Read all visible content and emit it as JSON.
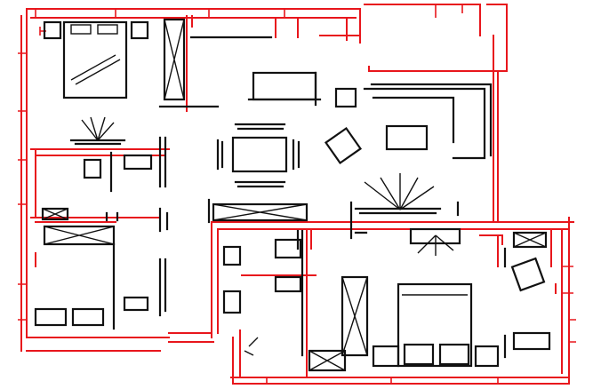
{
  "plan": {
    "kind": "floor-plan-sketch",
    "line_colors": {
      "walls": "#e8161c",
      "furniture": "#111111"
    },
    "background": "#ffffff",
    "rooms": [
      "bedroom-top-left",
      "living-dining",
      "bedroom-left",
      "bathroom",
      "bedroom-right"
    ]
  }
}
